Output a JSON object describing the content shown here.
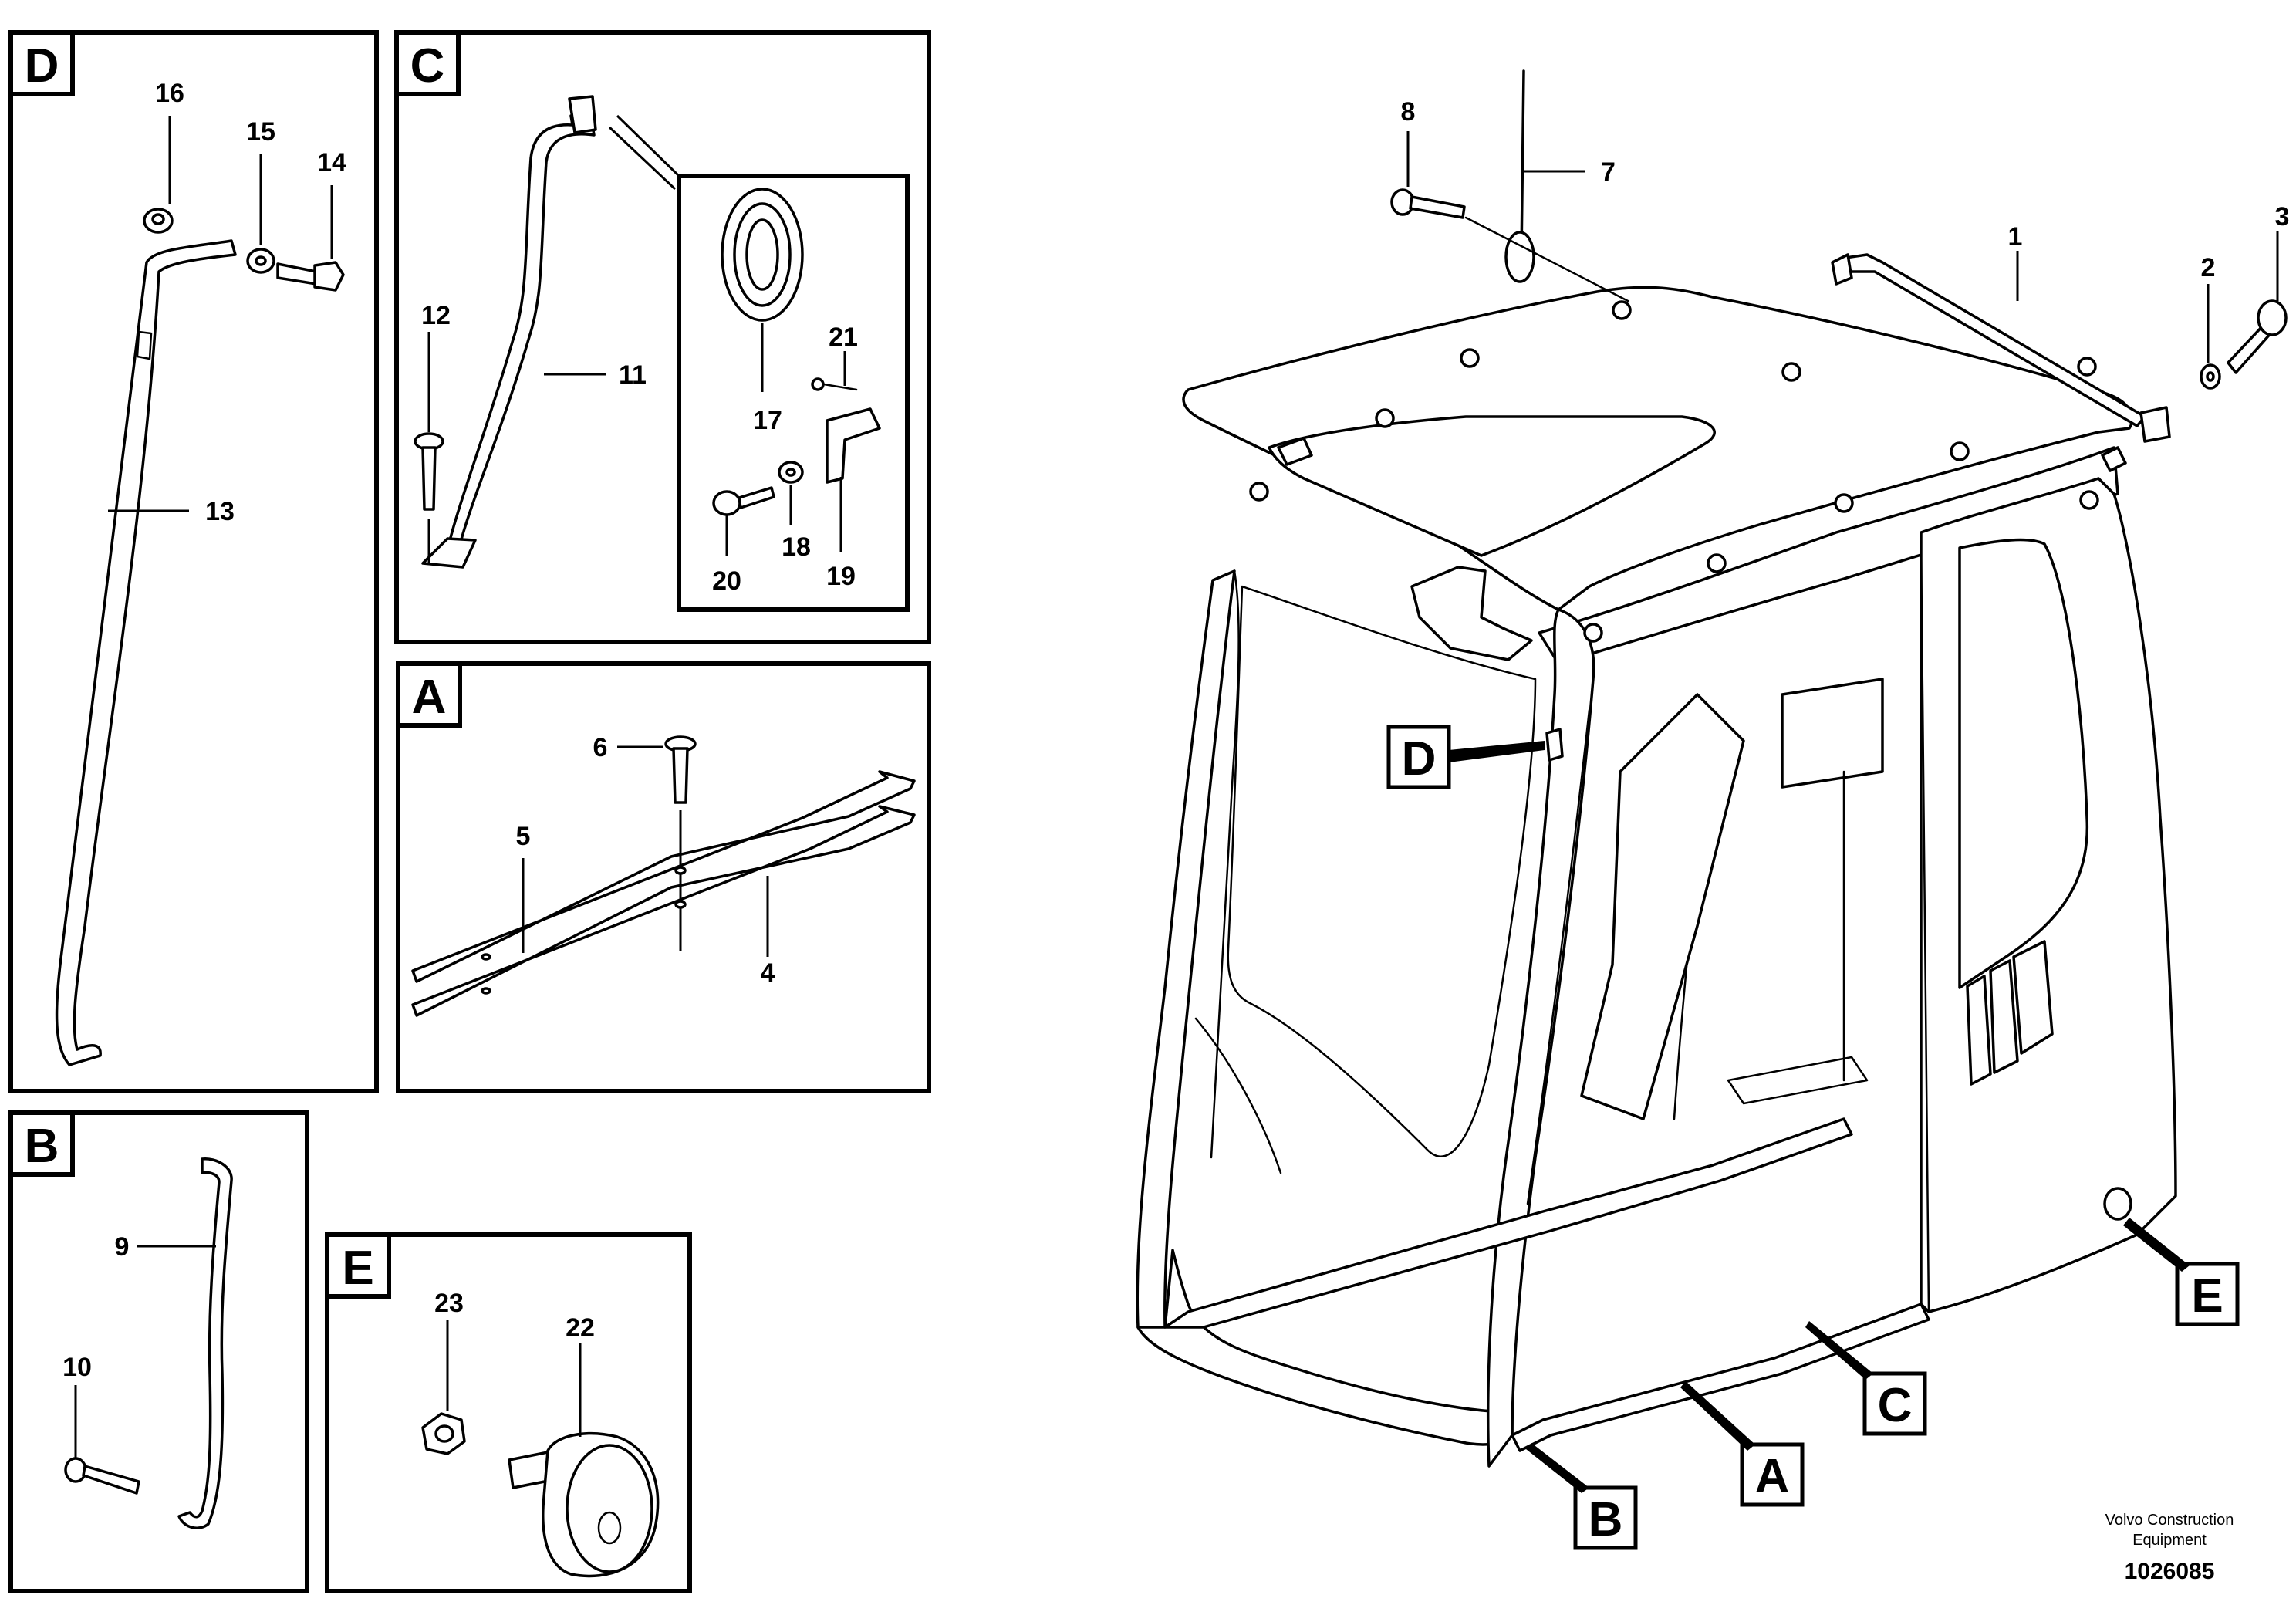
{
  "panels": {
    "D": "D",
    "C": "C",
    "A": "A",
    "B": "B",
    "E": "E"
  },
  "callouts": {
    "p1": "1",
    "p2": "2",
    "p3": "3",
    "p4": "4",
    "p5": "5",
    "p6": "6",
    "p7": "7",
    "p8": "8",
    "p9": "9",
    "p10": "10",
    "p11": "11",
    "p12": "12",
    "p13": "13",
    "p14": "14",
    "p15": "15",
    "p16": "16",
    "p17": "17",
    "p18": "18",
    "p19": "19",
    "p20": "20",
    "p21": "21",
    "p22": "22",
    "p23": "23"
  },
  "location_tags": {
    "D": "D",
    "A": "A",
    "B": "B",
    "C": "C",
    "E": "E"
  },
  "footer": {
    "brand_line1": "Volvo Construction",
    "brand_line2": "Equipment",
    "drawing_number": "1026085"
  }
}
